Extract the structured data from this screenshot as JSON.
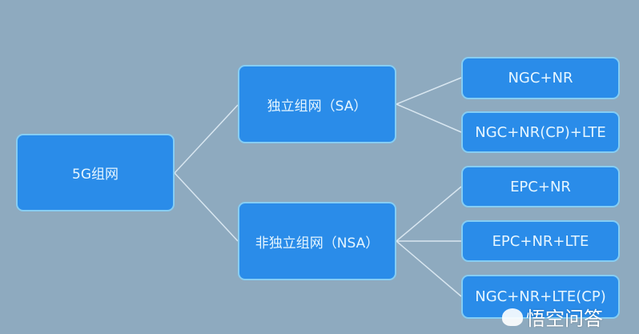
{
  "root": {
    "label": "5G组网"
  },
  "branches": [
    {
      "label": "独立组网（SA）",
      "children": [
        "NGC+NR",
        "NGC+NR(CP)+LTE"
      ]
    },
    {
      "label": "非独立组网（NSA）",
      "children": [
        "EPC+NR",
        "EPC+NR+LTE",
        "NGC+NR+LTE(CP)"
      ]
    }
  ],
  "watermark": {
    "text": "悟空问答"
  },
  "colors": {
    "background": "#8eaabf",
    "node": "#2a8ce9",
    "border": "#86cdf3",
    "line": "#d8e6f0"
  }
}
